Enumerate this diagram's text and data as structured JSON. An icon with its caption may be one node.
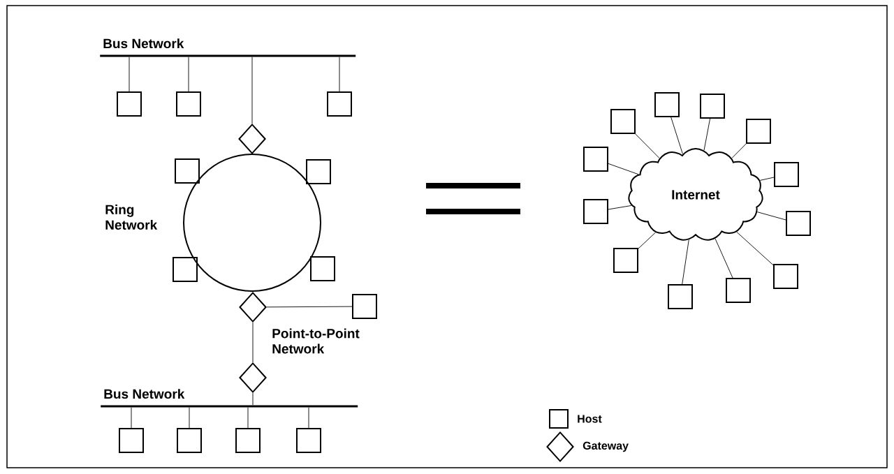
{
  "diagram": {
    "nodes": [
      {
        "text": [
          "Bus Network"
        ]
      },
      {
        "text": [],
        "shape": "box"
      },
      {
        "text": [],
        "shape": "box"
      },
      {
        "text": [],
        "shape": "box"
      },
      {
        "text": [],
        "shape": "diamond"
      },
      {
        "text": [
          "Ring Network"
        ]
      },
      {
        "text": [],
        "shape": "box"
      },
      {
        "text": [],
        "shape": "box"
      },
      {
        "text": [],
        "shape": "box"
      },
      {
        "text": [],
        "shape": "box"
      },
      {
        "text": [],
        "shape": "diamond"
      },
      {
        "text": [],
        "shape": "box"
      },
      {
        "text": [],
        "shape": "diamond"
      },
      {
        "text": [
          "Bus Network"
        ]
      },
      {
        "text": [],
        "shape": "box"
      },
      {
        "text": [],
        "shape": "box"
      },
      {
        "text": [],
        "shape": "box"
      },
      {
        "text": [],
        "shape": "box"
      },
      {
        "text": [
          "Internet"
        ]
      },
      {
        "text": [],
        "shape": "box"
      },
      {
        "text": [],
        "shape": "box"
      },
      {
        "text": [],
        "shape": "box"
      },
      {
        "text": [],
        "shape": "box"
      },
      {
        "text": [],
        "shape": "box"
      },
      {
        "text": [],
        "shape": "box"
      },
      {
        "text": [],
        "shape": "box"
      },
      {
        "text": [],
        "shape": "box"
      },
      {
        "text": [],
        "shape": "box"
      },
      {
        "text": [],
        "shape": "box"
      },
      {
        "text": [],
        "shape": "box"
      },
      {
        "text": [],
        "shape": "box"
      }
    ],
    "edges": [
      {
        "from": 0,
        "to": 1,
        "arrow": "none"
      },
      {
        "from": 0,
        "to": 2,
        "arrow": "none"
      },
      {
        "from": 0,
        "to": 4,
        "arrow": "none"
      },
      {
        "from": 0,
        "to": 3,
        "arrow": "none"
      },
      {
        "from": 10,
        "to": 11,
        "arrow": "none"
      },
      {
        "from": 10,
        "to": 12,
        "arrow": "none",
        "label": "Point-to-Point Network"
      },
      {
        "from": 12,
        "to": 13,
        "arrow": "none"
      },
      {
        "from": 13,
        "to": 14,
        "arrow": "none"
      },
      {
        "from": 13,
        "to": 15,
        "arrow": "none"
      },
      {
        "from": 13,
        "to": 16,
        "arrow": "none"
      },
      {
        "from": 13,
        "to": 17,
        "arrow": "none"
      },
      {
        "from": 18,
        "to": 19,
        "arrow": "none"
      },
      {
        "from": 18,
        "to": 20,
        "arrow": "none"
      },
      {
        "from": 18,
        "to": 21,
        "arrow": "none"
      },
      {
        "from": 18,
        "to": 22,
        "arrow": "none"
      },
      {
        "from": 18,
        "to": 23,
        "arrow": "none"
      },
      {
        "from": 18,
        "to": 24,
        "arrow": "none"
      },
      {
        "from": 18,
        "to": 25,
        "arrow": "none"
      },
      {
        "from": 18,
        "to": 26,
        "arrow": "none"
      },
      {
        "from": 18,
        "to": 27,
        "arrow": "none"
      },
      {
        "from": 18,
        "to": 28,
        "arrow": "none"
      },
      {
        "from": 18,
        "to": 29,
        "arrow": "none"
      },
      {
        "from": 18,
        "to": 30,
        "arrow": "none"
      }
    ],
    "legend": [
      {
        "text": "Host"
      },
      {
        "text": "Gateway"
      }
    ]
  }
}
